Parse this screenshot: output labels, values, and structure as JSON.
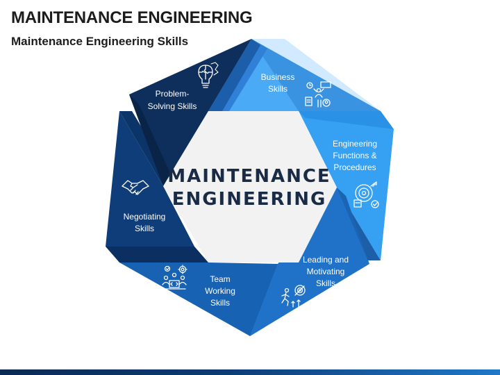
{
  "title": "MAINTENANCE ENGINEERING",
  "subtitle": "Maintenance Engineering Skills",
  "center": {
    "line1": "MAINTENANCE",
    "line2": "ENGINEERING"
  },
  "segments": [
    {
      "id": "business",
      "lines": [
        "Business",
        "Skills"
      ],
      "color": "#3a9ff0",
      "icon": "team-meeting-icon"
    },
    {
      "id": "engineering",
      "lines": [
        "Engineering",
        "Functions &",
        "Procedures"
      ],
      "color": "#2f8fe6",
      "icon": "target-growth-icon"
    },
    {
      "id": "leading",
      "lines": [
        "Leading and",
        "Motivating",
        "Skills"
      ],
      "color": "#1e6fc4",
      "icon": "running-to-target-icon"
    },
    {
      "id": "team",
      "lines": [
        "Team",
        "Working",
        "Skills"
      ],
      "color": "#155aa6",
      "icon": "team-coding-icon"
    },
    {
      "id": "negotiating",
      "lines": [
        "Negotiating",
        "Skills"
      ],
      "color": "#0f3f7e",
      "icon": "handshake-icon"
    },
    {
      "id": "problem",
      "lines": [
        "Problem-",
        "Solving Skills"
      ],
      "color": "#0e2f5e",
      "icon": "lightbulb-puzzle-icon"
    }
  ],
  "colors": {
    "center_bg": "#f2f2f2",
    "center_text": "#1a2b45",
    "label_text": "#ffffff"
  }
}
